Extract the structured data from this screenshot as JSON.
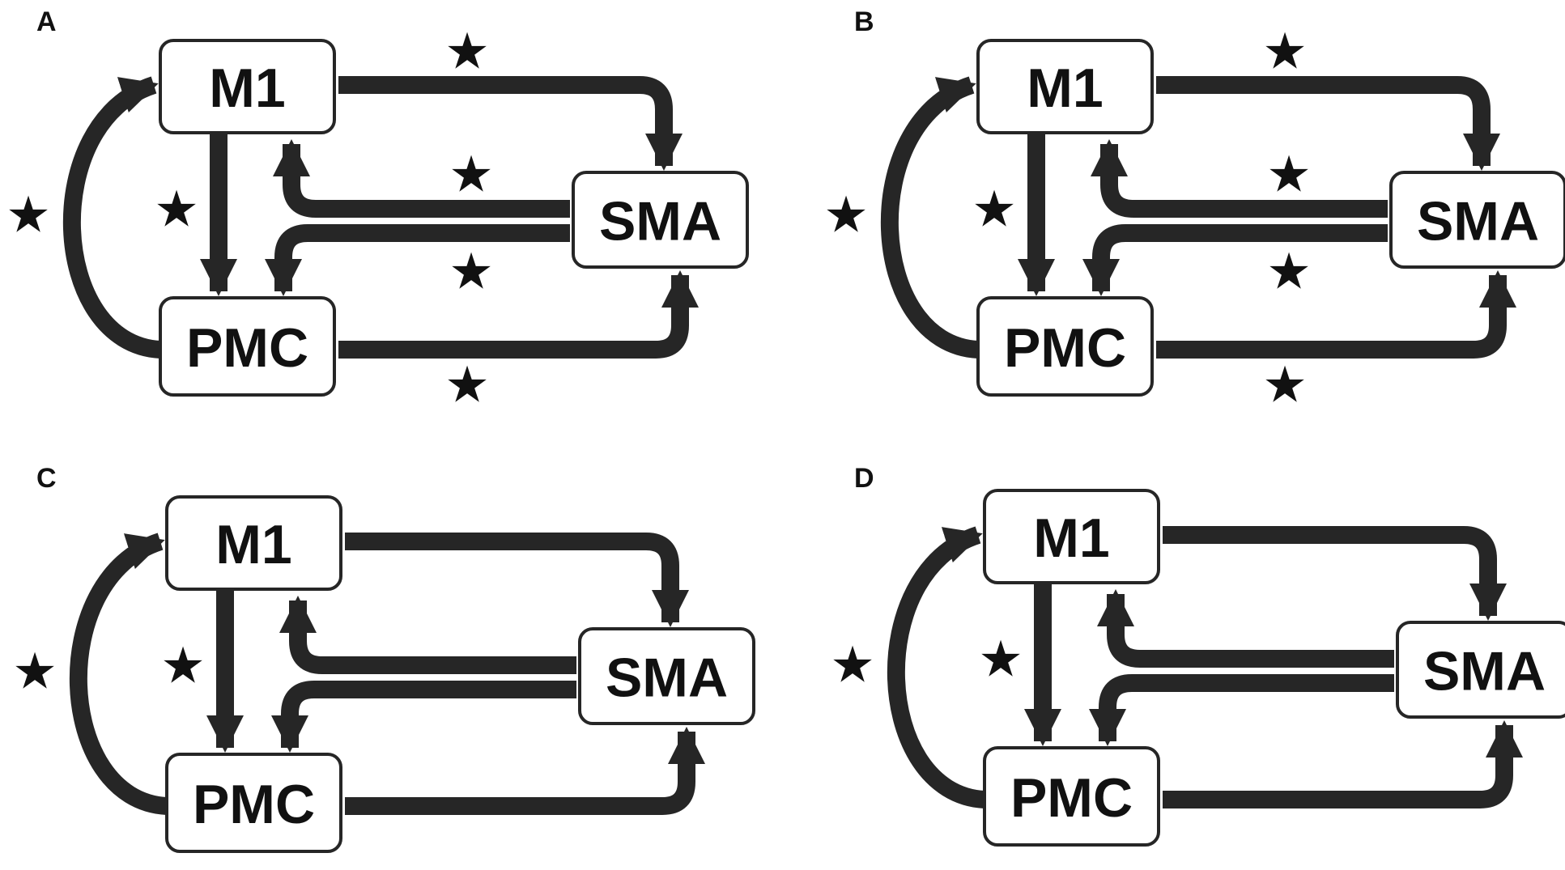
{
  "colors": {
    "arrow": "#262626",
    "box_stroke": "#262626",
    "text": "#111111",
    "background": "#ffffff"
  },
  "nodes": {
    "m1": "M1",
    "pmc": "PMC",
    "sma": "SMA"
  },
  "connections": [
    {
      "id": "pmc_to_m1",
      "from": "PMC",
      "to": "M1",
      "description": "curved arrow on the left"
    },
    {
      "id": "m1_to_pmc",
      "from": "M1",
      "to": "PMC",
      "description": "straight downward arrow"
    },
    {
      "id": "m1_to_sma",
      "from": "M1",
      "to": "SMA",
      "description": "top horizontal arrow"
    },
    {
      "id": "sma_to_m1",
      "from": "SMA",
      "to": "M1",
      "description": "upper middle arrow"
    },
    {
      "id": "sma_to_pmc",
      "from": "SMA",
      "to": "PMC",
      "description": "lower middle arrow"
    },
    {
      "id": "pmc_to_sma",
      "from": "PMC",
      "to": "SMA",
      "description": "bottom horizontal arrow"
    }
  ],
  "star_symbol": "★",
  "panels": [
    {
      "label": "A",
      "significant": [
        "pmc_to_m1",
        "m1_to_pmc",
        "m1_to_sma",
        "sma_to_m1",
        "sma_to_pmc",
        "pmc_to_sma"
      ]
    },
    {
      "label": "B",
      "significant": [
        "pmc_to_m1",
        "m1_to_pmc",
        "m1_to_sma",
        "sma_to_m1",
        "sma_to_pmc",
        "pmc_to_sma"
      ]
    },
    {
      "label": "C",
      "significant": [
        "pmc_to_m1",
        "m1_to_pmc"
      ]
    },
    {
      "label": "D",
      "significant": [
        "pmc_to_m1",
        "m1_to_pmc"
      ]
    }
  ]
}
